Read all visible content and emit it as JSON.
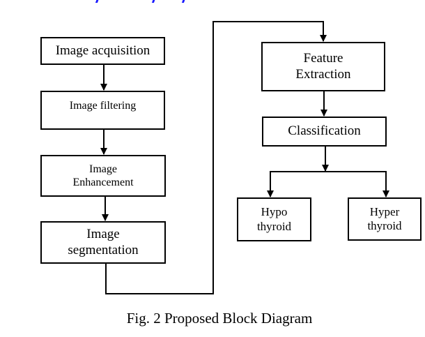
{
  "diagram": {
    "left_column": [
      {
        "id": "acquisition",
        "lines": [
          "Image acquisition"
        ]
      },
      {
        "id": "filtering",
        "lines": [
          "Image filtering"
        ]
      },
      {
        "id": "enhancement",
        "lines": [
          "Image",
          "Enhancement"
        ]
      },
      {
        "id": "segmentation",
        "lines": [
          "Image",
          "segmentation"
        ]
      }
    ],
    "right_column": [
      {
        "id": "feature-extraction",
        "lines": [
          "Feature",
          "Extraction"
        ]
      },
      {
        "id": "classification",
        "lines": [
          "Classification"
        ]
      }
    ],
    "outputs": [
      {
        "id": "hypo",
        "lines": [
          "Hypo",
          "thyroid"
        ]
      },
      {
        "id": "hyper",
        "lines": [
          "Hyper",
          "thyroid"
        ]
      }
    ],
    "edges": [
      [
        "acquisition",
        "filtering"
      ],
      [
        "filtering",
        "enhancement"
      ],
      [
        "enhancement",
        "segmentation"
      ],
      [
        "segmentation",
        "feature-extraction"
      ],
      [
        "feature-extraction",
        "classification"
      ],
      [
        "classification",
        "hypo"
      ],
      [
        "classification",
        "hyper"
      ]
    ]
  },
  "caption": "Fig. 2 Proposed Block Diagram"
}
